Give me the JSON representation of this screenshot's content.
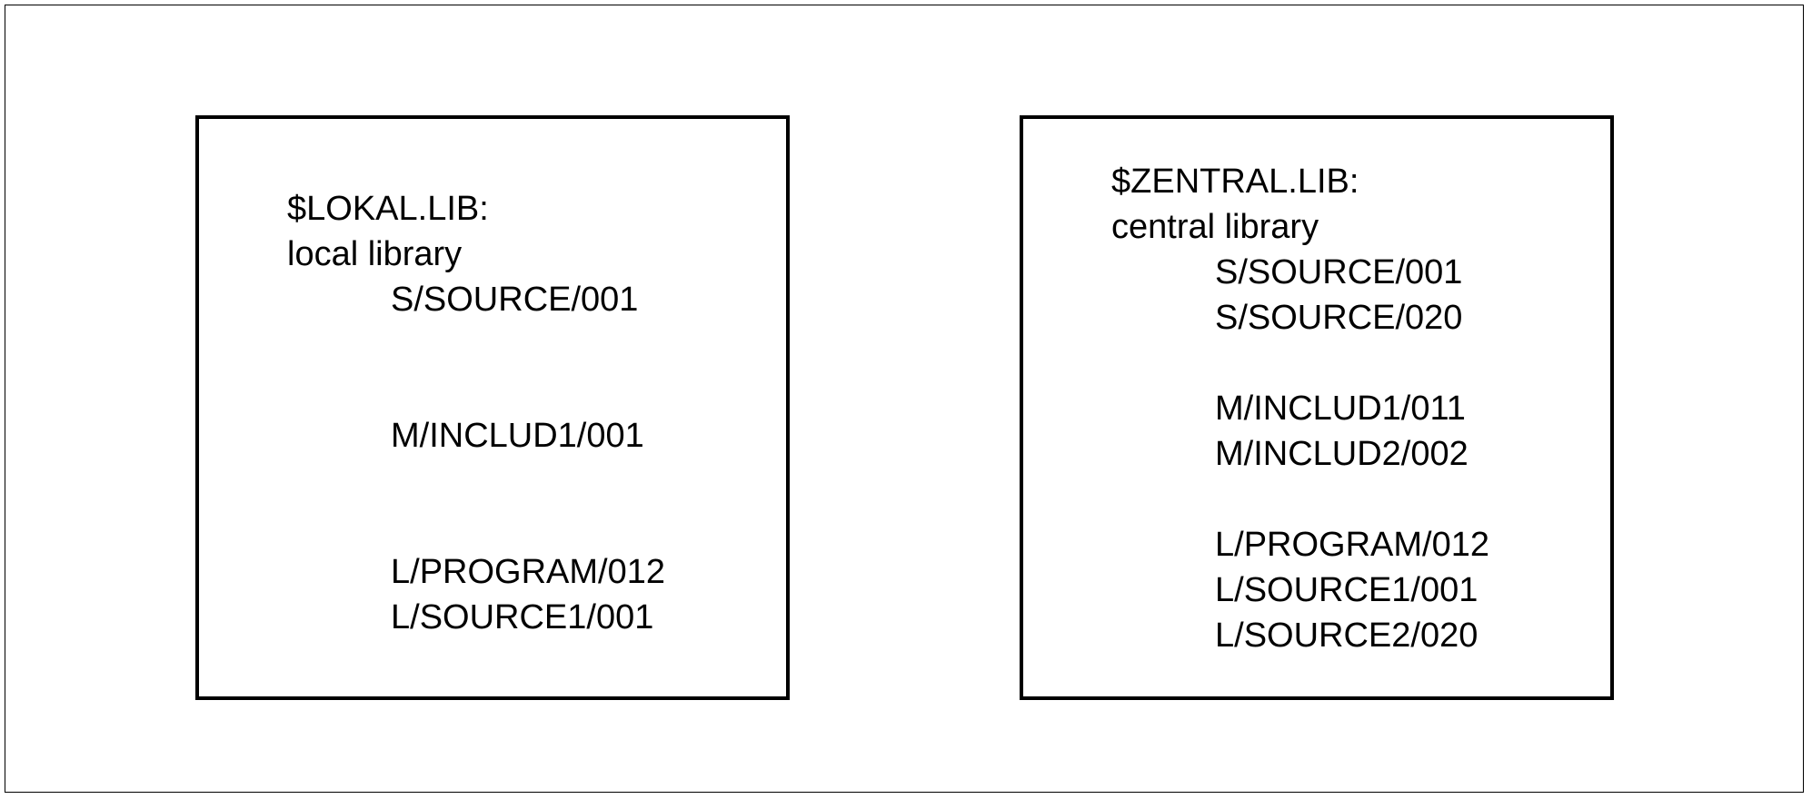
{
  "local_library": {
    "name": "$LOKAL.LIB:",
    "description": "local library",
    "members": {
      "s_source_001": "S/SOURCE/001",
      "m_includ1_001": "M/INCLUD1/001",
      "l_program_012": "L/PROGRAM/012",
      "l_source1_001": "L/SOURCE1/001"
    }
  },
  "central_library": {
    "name": "$ZENTRAL.LIB:",
    "description": "central library",
    "members": {
      "s_source_001": "S/SOURCE/001",
      "s_source_020": "S/SOURCE/020",
      "m_includ1_011": "M/INCLUD1/011",
      "m_includ2_002": "M/INCLUD2/002",
      "l_program_012": "L/PROGRAM/012",
      "l_source1_001": "L/SOURCE1/001",
      "l_source2_020": "L/SOURCE2/020"
    }
  }
}
